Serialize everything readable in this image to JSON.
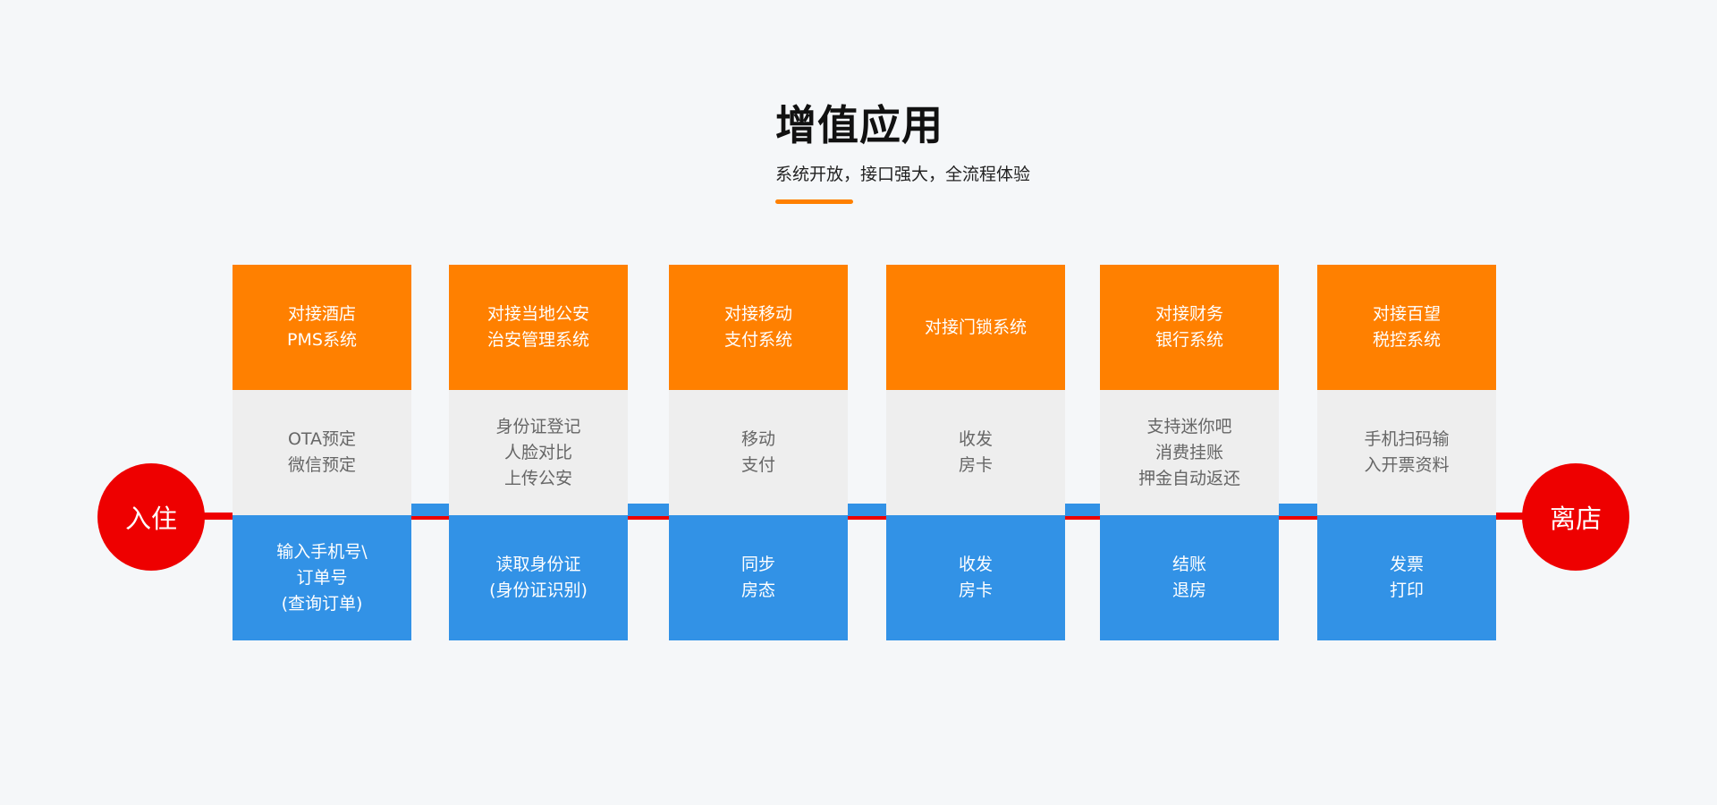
{
  "header": {
    "title": "增值应用",
    "subtitle": "系统开放，接口强大，全流程体验"
  },
  "endpoints": {
    "start": "入住",
    "end": "离店"
  },
  "colors": {
    "orange": "#ff8000",
    "gray": "#eeeeee",
    "blue": "#3292e6",
    "red": "#ee0000"
  },
  "columns": [
    {
      "top": "对接酒店\nPMS系统",
      "middle": "OTA预定\n微信预定",
      "bottom": "输入手机号\\\n订单号\n(查询订单)"
    },
    {
      "top": "对接当地公安\n治安管理系统",
      "middle": "身份证登记\n人脸对比\n上传公安",
      "bottom": "读取身份证\n(身份证识别)"
    },
    {
      "top": "对接移动\n支付系统",
      "middle": "移动\n支付",
      "bottom": "同步\n房态"
    },
    {
      "top": "对接门锁系统",
      "middle": "收发\n房卡",
      "bottom": "收发\n房卡"
    },
    {
      "top": "对接财务\n银行系统",
      "middle": "支持迷你吧\n消费挂账\n押金自动返还",
      "bottom": "结账\n退房"
    },
    {
      "top": "对接百望\n税控系统",
      "middle": "手机扫码输\n入开票资料",
      "bottom": "发票\n打印"
    }
  ]
}
